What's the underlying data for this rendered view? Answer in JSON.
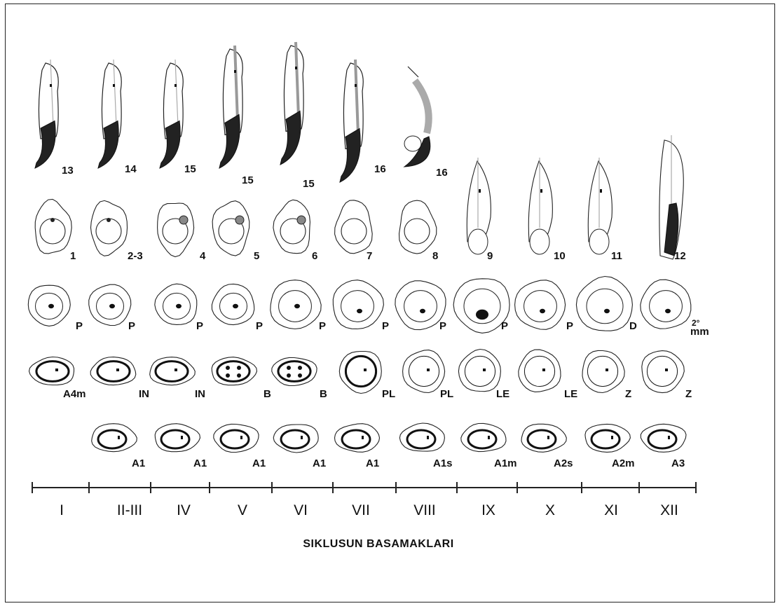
{
  "diagram": {
    "row1_labels": [
      "13",
      "14",
      "15",
      "15",
      "15",
      "16",
      "16"
    ],
    "row2_labels": [
      "1",
      "2-3",
      "4",
      "5",
      "6",
      "7",
      "8",
      "9",
      "10",
      "11",
      "12"
    ],
    "row3_labels": [
      "P",
      "P",
      "P",
      "P",
      "P",
      "P",
      "P",
      "P",
      "P",
      "D"
    ],
    "row3_extra_label": "mm",
    "row3_extra_superscript": "2°",
    "row4_labels": [
      "A4m",
      "IN",
      "IN",
      "B",
      "B",
      "PL",
      "PL",
      "LE",
      "LE",
      "Z",
      "Z"
    ],
    "row5_labels": [
      "A1",
      "A1",
      "A1",
      "A1",
      "A1",
      "A1s",
      "A1m",
      "A2s",
      "A2m",
      "A3"
    ],
    "stages": [
      "I",
      "II-III",
      "IV",
      "V",
      "VI",
      "VII",
      "VIII",
      "IX",
      "X",
      "XI",
      "XII"
    ],
    "axis_title": "SIKLUSUN BASAMAKLARI"
  }
}
